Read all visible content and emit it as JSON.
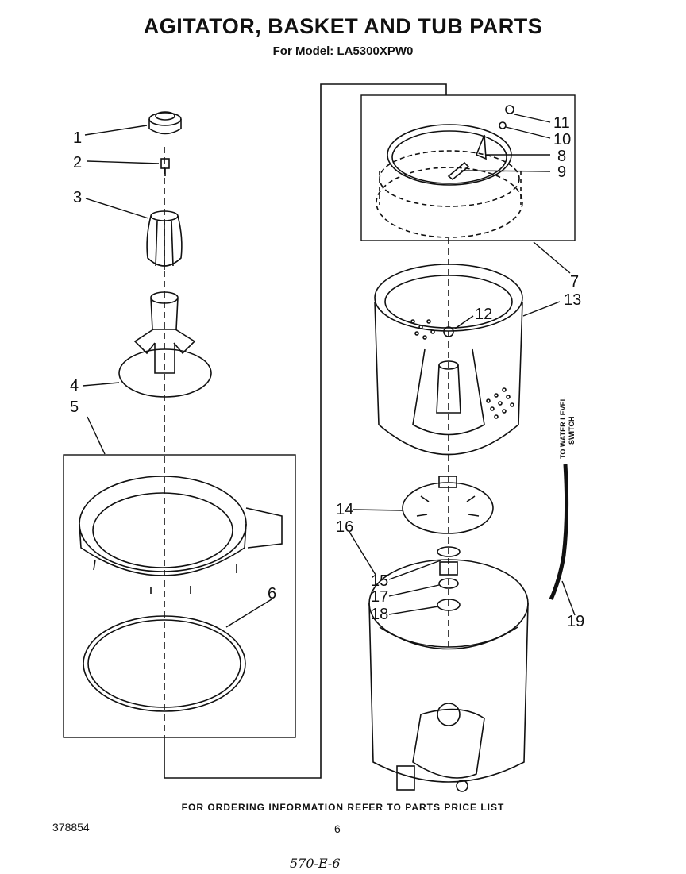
{
  "header": {
    "title": "AGITATOR, BASKET AND TUB PARTS",
    "subtitle": "For Model: LA5300XPW0"
  },
  "callouts": {
    "c1": "1",
    "c2": "2",
    "c3": "3",
    "c4": "4",
    "c5": "5",
    "c6": "6",
    "c7": "7",
    "c8": "8",
    "c9": "9",
    "c10": "10",
    "c11": "11",
    "c12": "12",
    "c13": "13",
    "c14": "14",
    "c15": "15",
    "c16": "16",
    "c17": "17",
    "c18": "18",
    "c19": "19"
  },
  "side_label": {
    "line1": "TO WATER LEVEL",
    "line2": "SWITCH"
  },
  "footer": {
    "note": "FOR ORDERING INFORMATION REFER TO PARTS PRICE LIST",
    "doc_number": "378854",
    "page_number": "6",
    "handwritten": "570-E-6"
  }
}
